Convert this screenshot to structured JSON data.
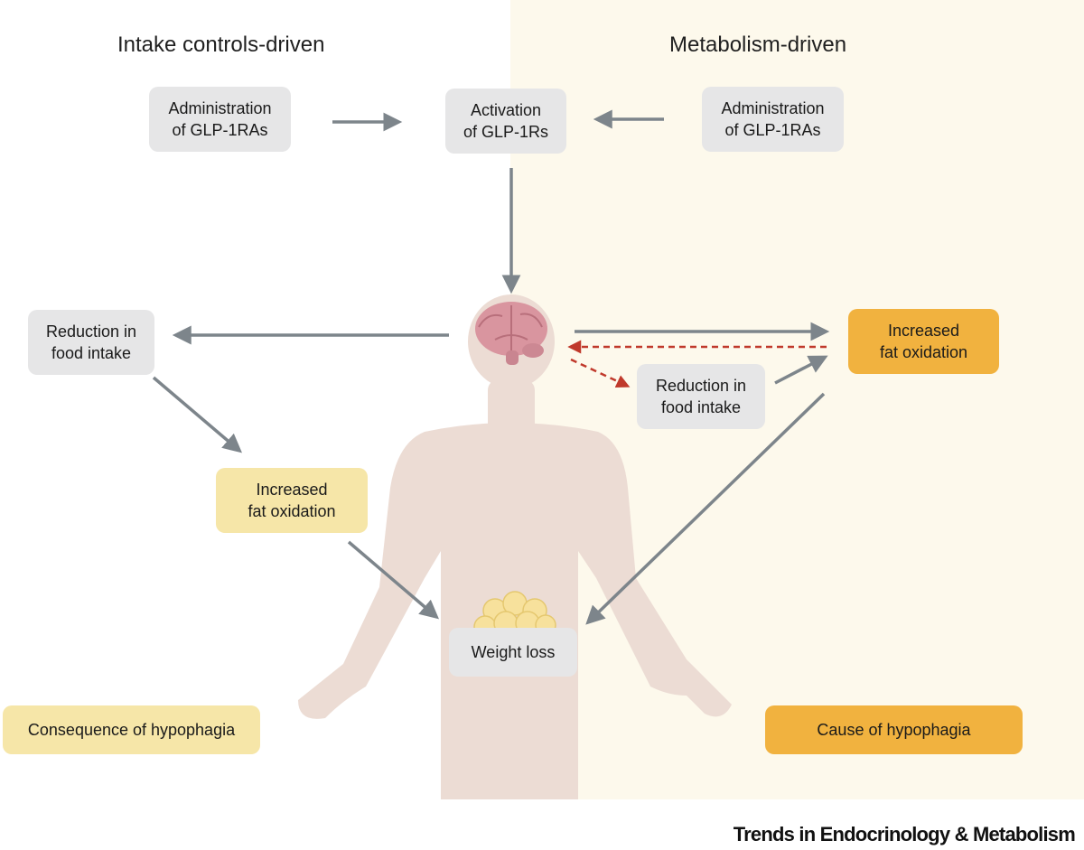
{
  "headers": {
    "left": "Intake controls-driven",
    "right": "Metabolism-driven"
  },
  "boxes": {
    "admin_left": "Administration\nof GLP-1RAs",
    "activation": "Activation\nof GLP-1Rs",
    "admin_right": "Administration\nof GLP-1RAs",
    "reduction_left": "Reduction in\nfood intake",
    "fat_ox_left": "Increased\nfat oxidation",
    "fat_ox_right": "Increased\nfat oxidation",
    "reduction_right": "Reduction in\nfood intake",
    "weight_loss": "Weight loss",
    "consequence": "Consequence of hypophagia",
    "cause": "Cause of hypophagia"
  },
  "colors": {
    "right_panel_bg": "#fdf9ec",
    "grey_box": "#e6e6e7",
    "yellow_box": "#f6e6a8",
    "orange_box": "#f1b23f",
    "arrow": "#7d858b",
    "dashed_arrow": "#c0392b",
    "body_silhouette": "#ecdcd4",
    "brain": "#d9959f"
  },
  "footer": "Trends in Endocrinology & Metabolism"
}
